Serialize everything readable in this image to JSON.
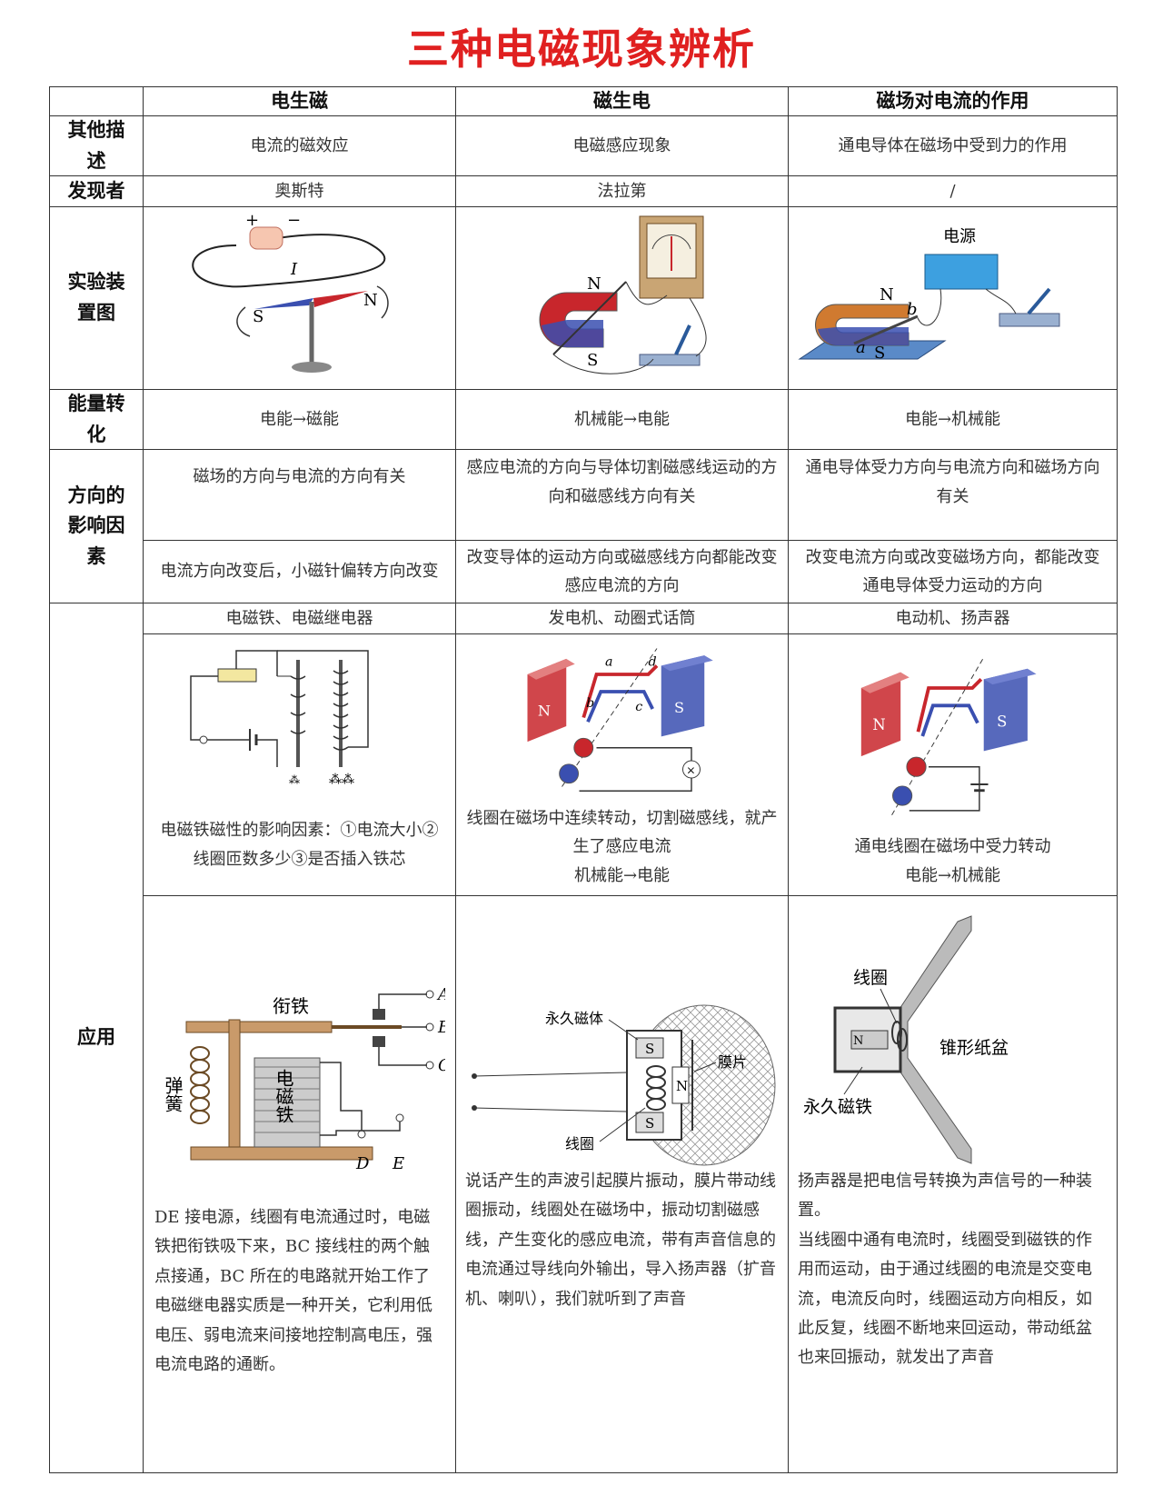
{
  "title": "三种电磁现象辨析",
  "header": {
    "col1": "电生磁",
    "col2": "磁生电",
    "col3": "磁场对电流的作用"
  },
  "rows": {
    "other": {
      "label": "其他描述",
      "c1": "电流的磁效应",
      "c2": "电磁感应现象",
      "c3": "通电导体在磁场中受到力的作用"
    },
    "discoverer": {
      "label": "发现者",
      "c1": "奥斯特",
      "c2": "法拉第",
      "c3": "/"
    },
    "experiment": {
      "label": "实验装置图"
    },
    "energy": {
      "label": "能量转化",
      "c1": "电能→磁能",
      "c2": "机械能→电能",
      "c3": "电能→机械能"
    },
    "direction": {
      "label": "方向的影响因素",
      "a1": "磁场的方向与电流的方向有关",
      "a2": "感应电流的方向与导体切割磁感线运动的方向和磁感线方向有关",
      "a3": "通电导体受力方向与电流方向和磁场方向有关",
      "b1": "电流方向改变后，小磁针偏转方向改变",
      "b2": "改变导体的运动方向或磁感线方向都能改变感应电流的方向",
      "b3": "改变电流方向或改变磁场方向，都能改变通电导体受力运动的方向"
    },
    "application": {
      "label": "应用",
      "t1": "电磁铁、电磁继电器",
      "t2": "发电机、动圈式话筒",
      "t3": "电动机、扬声器",
      "m1": "电磁铁磁性的影响因素：①电流大小②线圈匝数多少③是否插入铁芯",
      "m2a": "线圈在磁场中连续转动，切割磁感线，就产生了感应电流",
      "m2b": "机械能→电能",
      "m3a": "通电线圈在磁场中受力转动",
      "m3b": "电能→机械能",
      "d1a": "DE 接电源，线圈有电流通过时，电磁铁把衔铁吸下来，BC 接线柱的两个触点接通，BC 所在的电路就开始工作了",
      "d1b": "电磁继电器实质是一种开关，它利用低电压、弱电流来间接地控制高电压，强电流电路的通断。",
      "d2": "说话产生的声波引起膜片振动，膜片带动线圈振动，线圈处在磁场中，振动切割磁感线，产生变化的感应电流，带有声音信息的电流通过导线向外输出，导入扬声器（扩音机、喇叭），我们就听到了声音",
      "d3a": "扬声器是把电信号转换为声信号的一种装置。",
      "d3b": "当线圈中通有电流时，线圈受到磁铁的作用而运动，由于通过线圈的电流是交变电流，电流反向时，线圈运动方向相反，如此反复，线圈不断地来回运动，带动纸盆也来回振动，就发出了声音"
    }
  },
  "diagram_labels": {
    "oersted": {
      "plus": "+",
      "minus": "−",
      "current": "I",
      "s": "S",
      "n": "N"
    },
    "faraday": {
      "n": "N",
      "s": "S"
    },
    "motor_exp": {
      "power": "电源",
      "n": "N",
      "s": "S",
      "a": "a",
      "b": "b"
    },
    "generator": {
      "n": "N",
      "s": "S",
      "a": "a",
      "b": "b",
      "c": "c",
      "d": "d"
    },
    "motor": {
      "n": "N",
      "s": "S"
    },
    "relay": {
      "armature": "衔铁",
      "spring": "弹簧",
      "magnet": "电磁铁",
      "A": "A",
      "B": "B",
      "C": "C",
      "D": "D",
      "E": "E"
    },
    "mic": {
      "magnet": "永久磁体",
      "diaphragm": "膜片",
      "coil": "线圈",
      "s": "S",
      "n": "N"
    },
    "speaker": {
      "coil": "线圈",
      "cone": "锥形纸盆",
      "magnet": "永久磁铁",
      "n": "N"
    }
  },
  "colors": {
    "title": "#e02020",
    "border": "#333333",
    "north": "#c8262c",
    "south": "#3a4fb0"
  }
}
